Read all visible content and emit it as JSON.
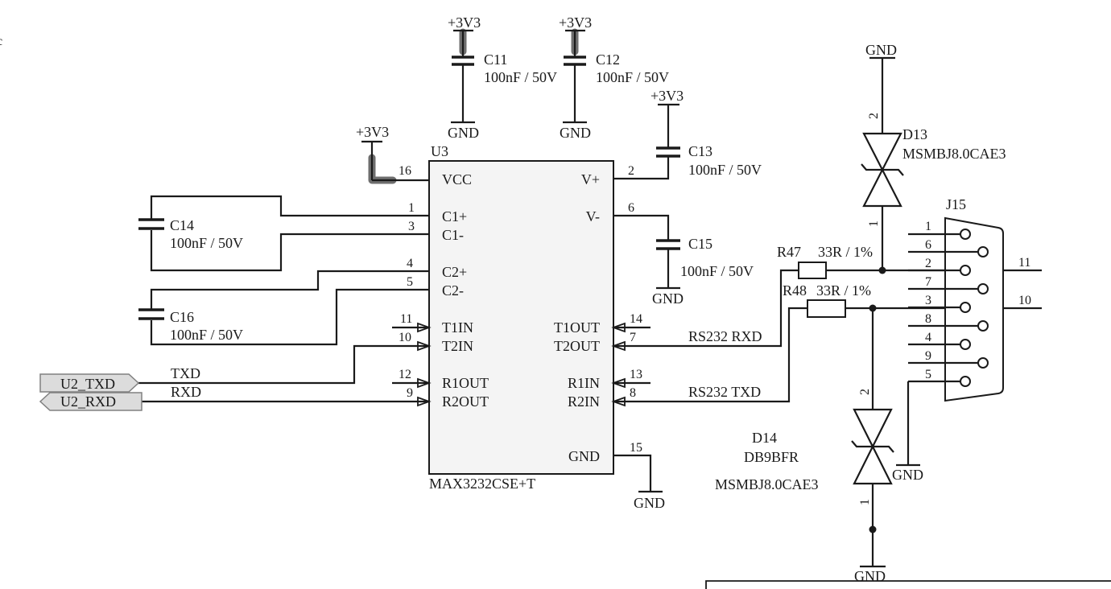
{
  "edge_mark": "c",
  "power": {
    "vcc": "+3V3",
    "gnd": "GND"
  },
  "ic": {
    "ref": "U3",
    "part": "MAX3232CSE+T",
    "pins": {
      "vcc": {
        "name": "VCC",
        "num": "16"
      },
      "c1p": {
        "name": "C1+",
        "num": "1"
      },
      "c1m": {
        "name": "C1-",
        "num": "3"
      },
      "c2p": {
        "name": "C2+",
        "num": "4"
      },
      "c2m": {
        "name": "C2-",
        "num": "5"
      },
      "t1in": {
        "name": "T1IN",
        "num": "11"
      },
      "t2in": {
        "name": "T2IN",
        "num": "10"
      },
      "r1out": {
        "name": "R1OUT",
        "num": "12"
      },
      "r2out": {
        "name": "R2OUT",
        "num": "9"
      },
      "vplus": {
        "name": "V+",
        "num": "2"
      },
      "vminus": {
        "name": "V-",
        "num": "6"
      },
      "t1out": {
        "name": "T1OUT",
        "num": "14"
      },
      "t2out": {
        "name": "T2OUT",
        "num": "7"
      },
      "r1in": {
        "name": "R1IN",
        "num": "13"
      },
      "r2in": {
        "name": "R2IN",
        "num": "8"
      },
      "gnd": {
        "name": "GND",
        "num": "15"
      }
    }
  },
  "capacitors": {
    "c11": {
      "ref": "C11",
      "value": "100nF / 50V"
    },
    "c12": {
      "ref": "C12",
      "value": "100nF / 50V"
    },
    "c13": {
      "ref": "C13",
      "value": "100nF / 50V"
    },
    "c14": {
      "ref": "C14",
      "value": "100nF / 50V"
    },
    "c15": {
      "ref": "C15",
      "value": "100nF / 50V"
    },
    "c16": {
      "ref": "C16",
      "value": "100nF / 50V"
    }
  },
  "resistors": {
    "r47": {
      "ref": "R47",
      "value": "33R / 1%"
    },
    "r48": {
      "ref": "R48",
      "value": "33R / 1%"
    }
  },
  "diodes": {
    "d13": {
      "ref": "D13",
      "part": "MSMBJ8.0CAE3",
      "pin_top": "2",
      "pin_bottom": "1"
    },
    "d14": {
      "ref": "D14",
      "part": "MSMBJ8.0CAE3",
      "pin_top": "2",
      "pin_bottom": "1"
    }
  },
  "connector": {
    "ref": "J15",
    "part": "DB9BFR",
    "pins_left": [
      "1",
      "6",
      "2",
      "7",
      "3",
      "8",
      "4",
      "9",
      "5"
    ],
    "pin_11": "11",
    "pin_10": "10"
  },
  "ports": {
    "tx": "U2_TXD",
    "rx": "U2_RXD"
  },
  "nets": {
    "txd": "TXD",
    "rxd": "RXD",
    "rs232_rxd": "RS232 RXD",
    "rs232_txd": "RS232 TXD"
  }
}
